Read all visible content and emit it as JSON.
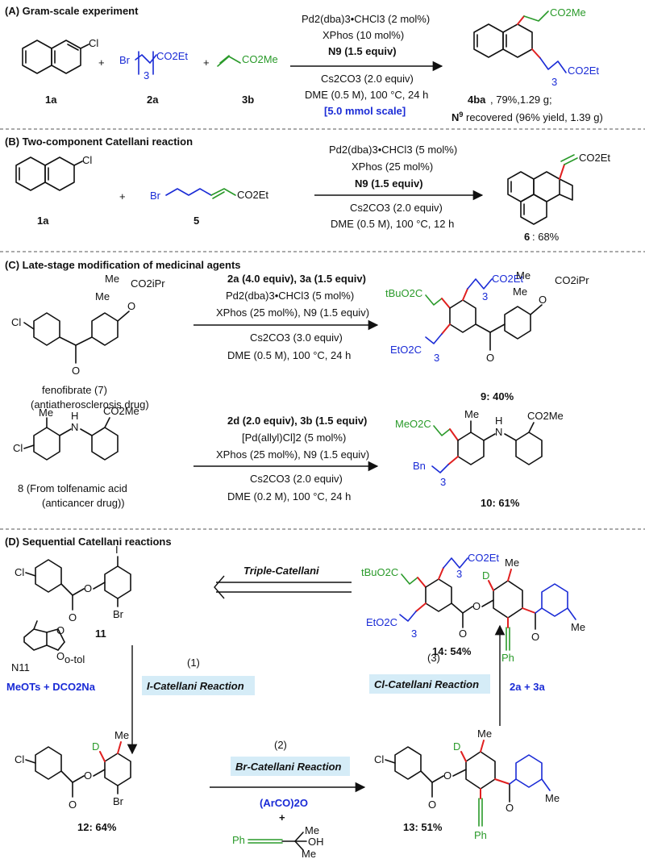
{
  "sections": {
    "A": {
      "title": "(A) Gram-scale experiment",
      "labels": {
        "c1": "1a",
        "c2": "2a",
        "c3": "3b",
        "product": "4ba"
      },
      "plus": "+",
      "conditions": {
        "line1": "Pd2(dba)3•CHCl3 (2 mol%)",
        "line2": "XPhos (10 mol%)",
        "line3": "N9 (1.5 equiv)",
        "line4": "Cs2CO3 (2.0 equiv)",
        "line5": "DME (0.5 M), 100 °C, 24 h",
        "line6": "[5.0 mmol scale]"
      },
      "result1": ", 79%,1.29 g;",
      "result2": " recovered (96% yield, 1.39 g)",
      "groups": {
        "cl": "Cl",
        "br": "Br",
        "co2et": "CO2Et",
        "co2me": "CO2Me",
        "n3": "3"
      }
    },
    "B": {
      "title": "(B) Two-component Catellani reaction",
      "labels": {
        "c1": "1a",
        "c2": "5",
        "product": "6"
      },
      "plus": "+",
      "conditions": {
        "line1": "Pd2(dba)3•CHCl3 (5 mol%)",
        "line2": "XPhos (25 mol%)",
        "line3": "N9 (1.5 equiv)",
        "line4": "Cs2CO3 (2.0 equiv)",
        "line5": "DME (0.5 M), 100 °C, 12 h"
      },
      "result": ": 68%",
      "groups": {
        "cl": "Cl",
        "br": "Br",
        "co2et": "CO2Et"
      }
    },
    "C": {
      "title": "(C) Late-stage modification of medicinal agents",
      "fenofibrate": "fenofibrate (7)",
      "fenofibrate_note": "(antiatherosclerosis drug)",
      "tolfenamic": "8 (From tolfenamic acid",
      "tolfenamic_note": "(anticancer drug))",
      "cond1": {
        "line1": "2a (4.0 equiv), 3a (1.5 equiv)",
        "line2": "Pd2(dba)3•CHCl3 (5 mol%)",
        "line3": "XPhos (25 mol%), N9 (1.5 equiv)",
        "line4": "Cs2CO3 (3.0 equiv)",
        "line5": "DME (0.5 M), 100 °C, 24 h"
      },
      "cond2": {
        "line1": "2d (2.0 equiv), 3b (1.5 equiv)",
        "line2": "[Pd(allyl)Cl]2 (5 mol%)",
        "line3": "XPhos (25 mol%), N9 (1.5 equiv)",
        "line4": "Cs2CO3 (2.0 equiv)",
        "line5": "DME (0.2 M), 100 °C, 24 h"
      },
      "product9": "9: 40%",
      "product10": "10: 61%",
      "groups": {
        "me": "Me",
        "co2ipr": "CO2iPr",
        "tbuo2c": "tBuO2C",
        "co2et": "CO2Et",
        "eto2c": "EtO2C",
        "meo2c": "MeO2C",
        "co2me": "CO2Me",
        "bn": "Bn",
        "nh": "H",
        "n": "N",
        "cl": "Cl",
        "o": "O",
        "n3": "3"
      }
    },
    "D": {
      "title": "(D) Sequential Catellani reactions",
      "triple": "Triple-Catellani",
      "step1_num": "(1)",
      "step1": "I-Catellani Reaction",
      "step2_num": "(2)",
      "step2": "Br-Catellani Reaction",
      "step3_num": "(3)",
      "step3": "Cl-Catellani Reaction",
      "reagent_left": "MeOTs + DCO2Na",
      "n11": "N11",
      "otol": "o-tol",
      "reagent_step2a": "(ArCO)2O",
      "reagent_step2b": "+",
      "reagent_step3": "2a + 3a",
      "c11": "11",
      "c12": "12: 64%",
      "c13": "13: 51%",
      "c14": "14: 54%",
      "groups": {
        "cl": "Cl",
        "i": "I",
        "br": "Br",
        "d": "D",
        "me": "Me",
        "ph": "Ph",
        "oh": "OH",
        "o": "O",
        "tbuo2c": "tBuO2C",
        "co2et": "CO2Et",
        "eto2c": "EtO2C",
        "n3": "3"
      }
    }
  }
}
